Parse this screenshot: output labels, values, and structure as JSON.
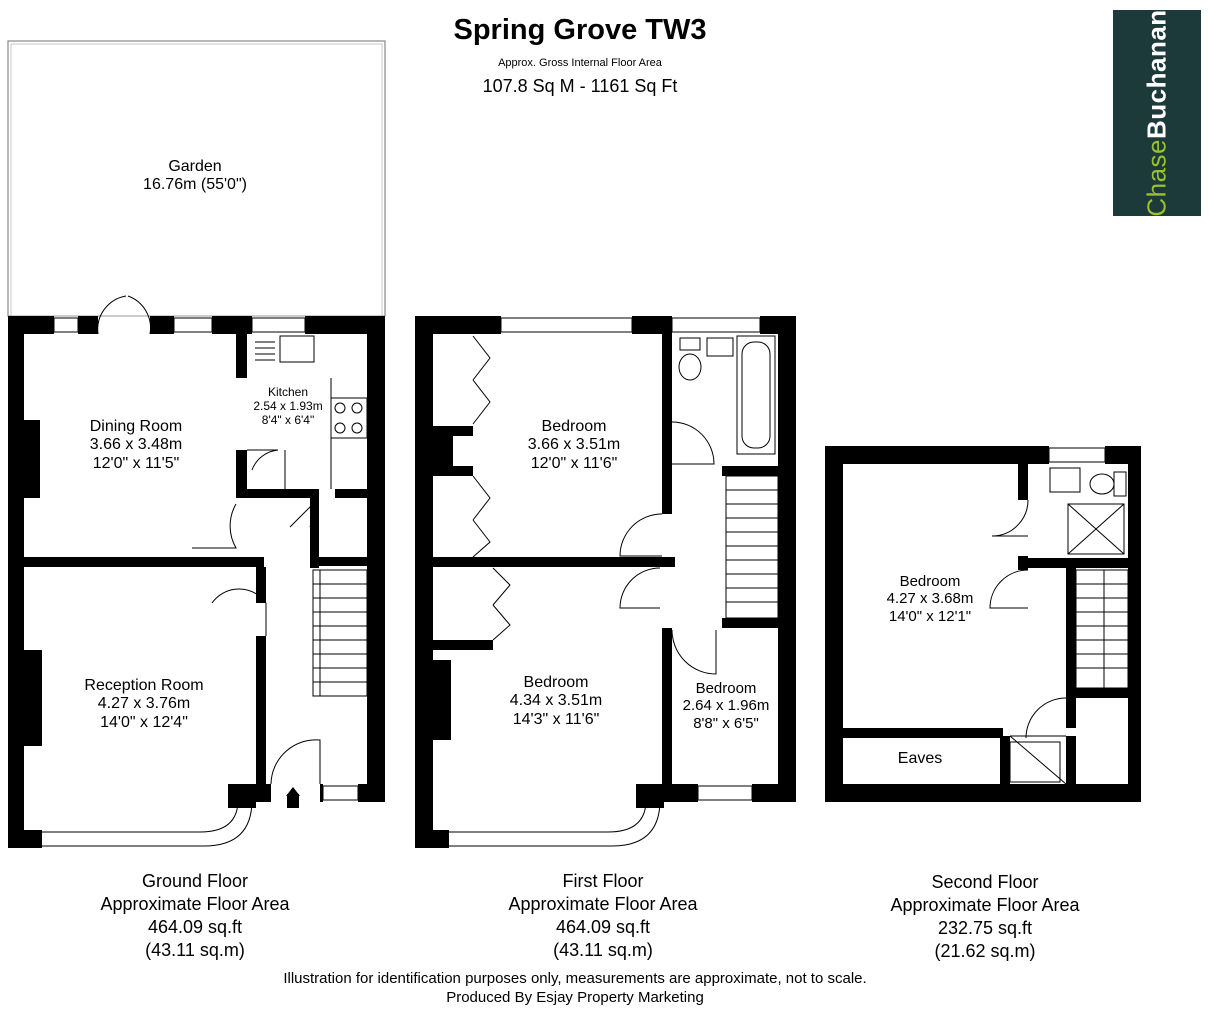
{
  "header": {
    "title": "Spring Grove TW3",
    "subtitle": "Approx. Gross Internal Floor Area",
    "total_area": "107.8 Sq M - 1161 Sq Ft"
  },
  "logo": {
    "part1": "Chase",
    "part2": "Buchanan",
    "bg_color": "#1d3a3a",
    "accent_color": "#9bc12d"
  },
  "rooms": {
    "garden": {
      "name": "Garden",
      "dim1": "16.76m (55'0\")"
    },
    "dining": {
      "name": "Dining Room",
      "dim1": "3.66 x 3.48m",
      "dim2": "12'0\" x 11'5\""
    },
    "kitchen": {
      "name": "Kitchen",
      "dim1": "2.54 x 1.93m",
      "dim2": "8'4\" x 6'4\""
    },
    "reception": {
      "name": "Reception Room",
      "dim1": "4.27 x 3.76m",
      "dim2": "14'0\" x 12'4\""
    },
    "bed1": {
      "name": "Bedroom",
      "dim1": "3.66 x 3.51m",
      "dim2": "12'0\" x 11'6\""
    },
    "bed2": {
      "name": "Bedroom",
      "dim1": "4.34 x 3.51m",
      "dim2": "14'3\" x 11'6\""
    },
    "bed3": {
      "name": "Bedroom",
      "dim1": "2.64 x 1.96m",
      "dim2": "8'8\" x 6'5\""
    },
    "bed4": {
      "name": "Bedroom",
      "dim1": "4.27 x 3.68m",
      "dim2": "14'0\" x 12'1\""
    },
    "eaves": {
      "name": "Eaves"
    }
  },
  "floors": [
    {
      "name": "Ground Floor",
      "label": "Approximate Floor Area",
      "sqft": "464.09 sq.ft",
      "sqm": "(43.11 sq.m)"
    },
    {
      "name": "First Floor",
      "label": "Approximate Floor Area",
      "sqft": "464.09 sq.ft",
      "sqm": "(43.11 sq.m)"
    },
    {
      "name": "Second Floor",
      "label": "Approximate Floor Area",
      "sqft": "232.75 sq.ft",
      "sqm": "(21.62 sq.m)"
    }
  ],
  "footer": {
    "line1": "Illustration for identification purposes only, measurements are approximate, not to scale.",
    "line2": "Produced By Esjay Property Marketing"
  }
}
